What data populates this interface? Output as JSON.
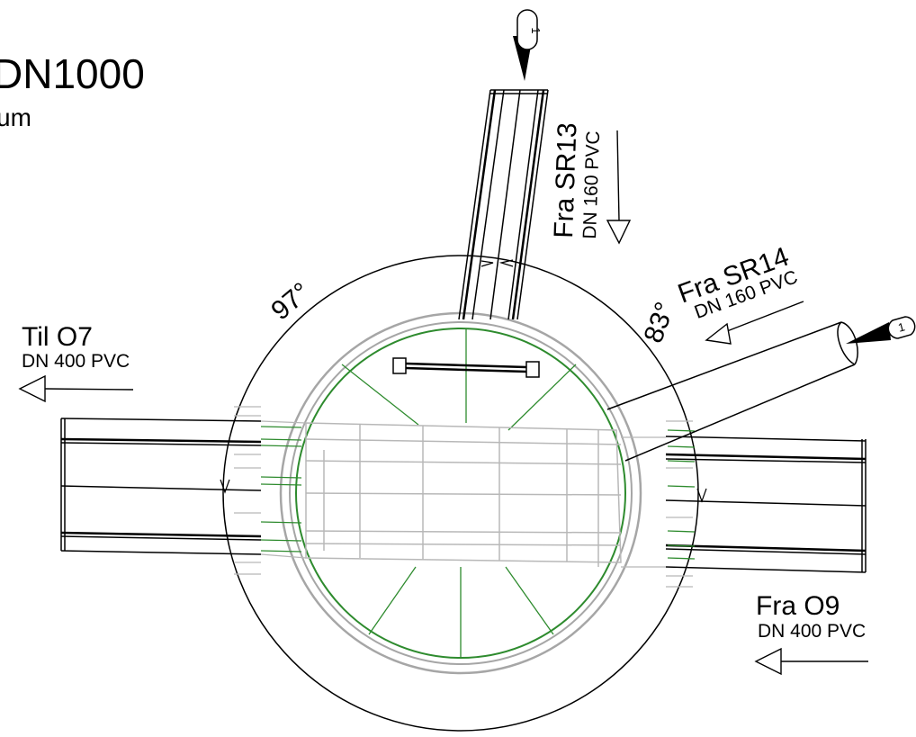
{
  "title": {
    "main": "DN1000",
    "sub": "um"
  },
  "angles": {
    "left": "97°",
    "right": "83°"
  },
  "labels": {
    "fra_sr13": {
      "name": "Fra SR13",
      "spec": "DN 160 PVC"
    },
    "fra_sr14": {
      "name": "Fra SR14",
      "spec": "DN 160 PVC"
    },
    "til_o7": {
      "name": "Til O7",
      "spec": "DN 400 PVC"
    },
    "fra_o9": {
      "name": "Fra O9",
      "spec": "DN 400 PVC"
    }
  },
  "callouts": {
    "top": "1",
    "right": "1"
  },
  "colors": {
    "ink": "#000000",
    "frame": "#a6a6a6",
    "green": "#2e8b2e"
  }
}
